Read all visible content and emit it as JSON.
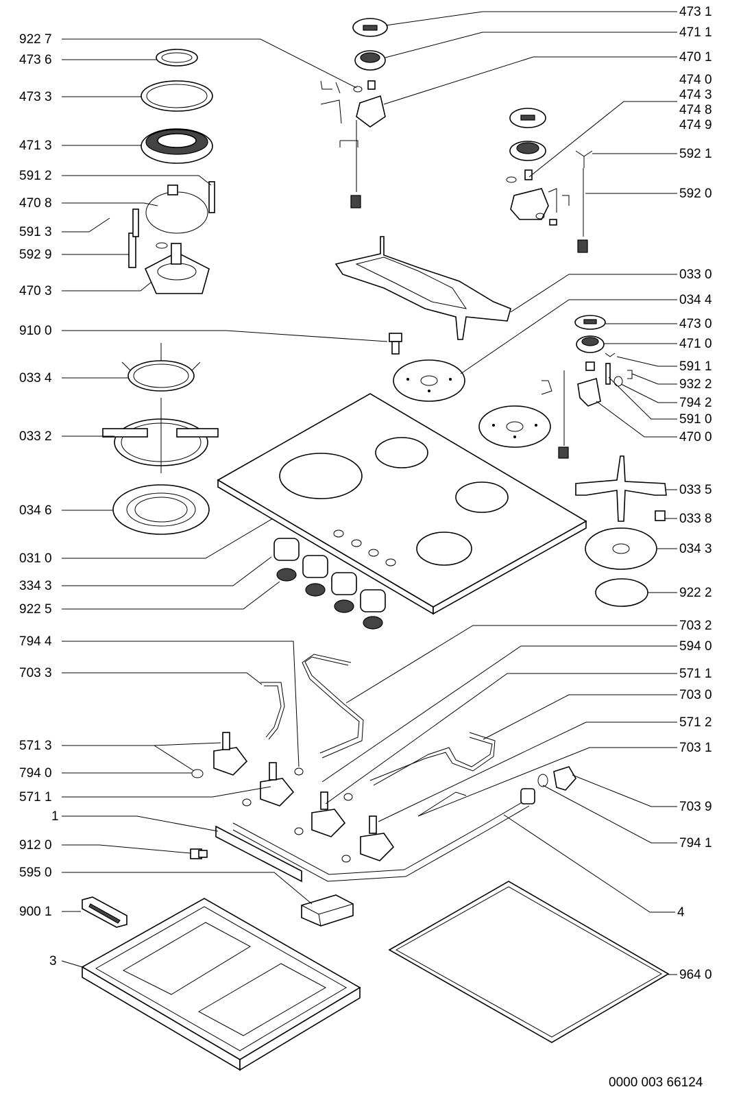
{
  "diagram": {
    "drawing_number": "0000 003 66124",
    "left_labels": [
      "922 7",
      "473 6",
      "473 3",
      "471 3",
      "591 2",
      "470 8",
      "591 3",
      "592 9",
      "470 3",
      "910 0",
      "033 4",
      "033 2",
      "034 6",
      "031 0",
      "334 3",
      "922 5",
      "794 4",
      "703 3",
      "571 3",
      "794 0",
      "571 1",
      "1",
      "912 0",
      "595 0",
      "900 1",
      "3"
    ],
    "right_labels": [
      "473 1",
      "471 1",
      "470 1",
      "474 0",
      "474 3",
      "474 8",
      "474 9",
      "592 1",
      "592 0",
      "033 0",
      "034 4",
      "473 0",
      "471 0",
      "591 1",
      "932 2",
      "794 2",
      "591 0",
      "470 0",
      "033 5",
      "033 8",
      "034 3",
      "922 2",
      "703 2",
      "594 0",
      "571 1",
      "703 0",
      "571 2",
      "703 1",
      "703 9",
      "794 1",
      "4",
      "964 0"
    ]
  }
}
